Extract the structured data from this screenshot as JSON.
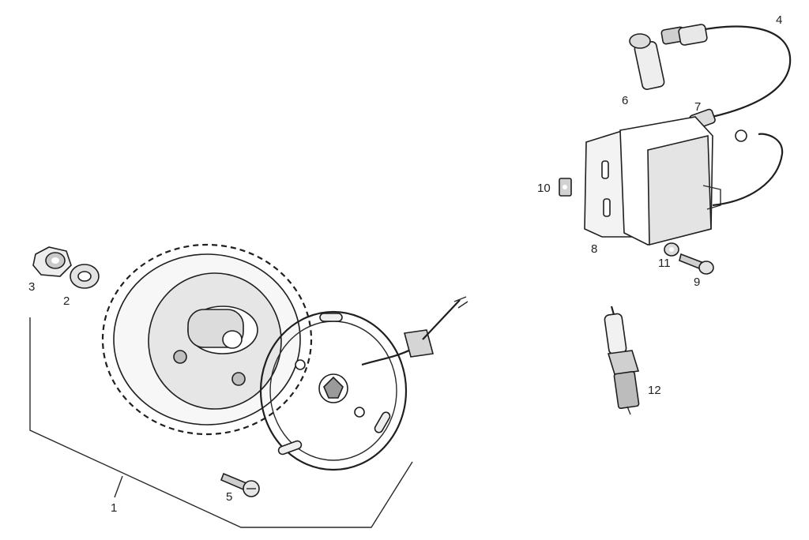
{
  "callouts": {
    "c1": "1",
    "c2": "2",
    "c3": "3",
    "c4": "4",
    "c5": "5",
    "c6": "6",
    "c7": "7",
    "c8": "8",
    "c9": "9",
    "c10": "10",
    "c11": "11",
    "c12": "12"
  },
  "colors": {
    "ink": "#1f1f1f",
    "paper": "#ffffff",
    "shade": "#d9d9d9"
  }
}
